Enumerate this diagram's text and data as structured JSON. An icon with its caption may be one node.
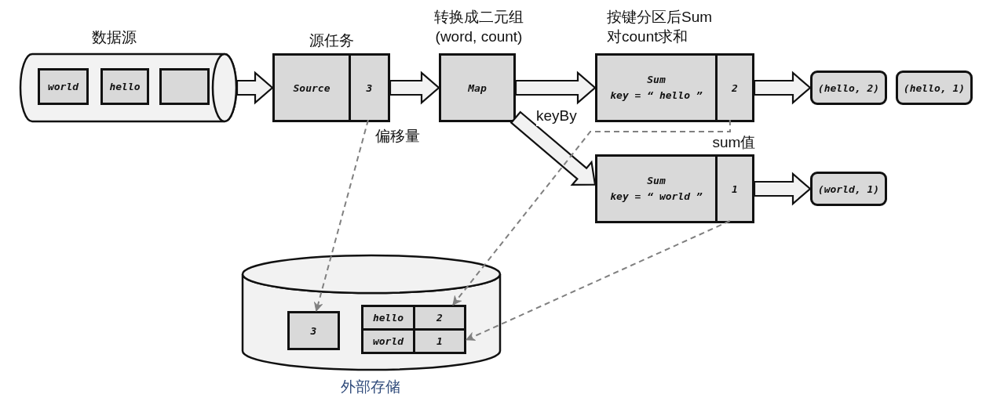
{
  "diagram": {
    "nodes": [
      {
        "text": [
          "数据源"
        ]
      },
      {
        "text": [
          "world"
        ],
        "in": 0
      },
      {
        "text": [
          "hello"
        ],
        "in": 0
      },
      {
        "text": [],
        "shape": "box",
        "in": 0
      },
      {
        "text": [
          "源任务"
        ]
      },
      {
        "text": [
          "Source"
        ],
        "in": 4
      },
      {
        "text": [
          "3"
        ],
        "in": 4,
        "beside": [
          "偏移量"
        ]
      },
      {
        "text": [
          "转换成二元组 (word, count)",
          "Map"
        ]
      },
      {
        "text": [
          "按键分区后Sum 对count求和"
        ]
      },
      {
        "text": [
          "Sum",
          "key = “ hello ”"
        ],
        "in": 8
      },
      {
        "text": [
          "2"
        ],
        "in": 8
      },
      {
        "text": [
          "sum值"
        ]
      },
      {
        "text": [
          "Sum",
          "key = “ world ”"
        ],
        "in": 11
      },
      {
        "text": [
          "1"
        ],
        "in": 11
      },
      {
        "text": [
          "(hello, 2)"
        ]
      },
      {
        "text": [
          "(hello, 1)"
        ]
      },
      {
        "text": [
          "(world, 1)"
        ]
      },
      {
        "text": [
          "外部存储"
        ]
      },
      {
        "text": [
          "3"
        ],
        "in": 17
      },
      {
        "text": [
          "hello"
        ],
        "in": 17
      },
      {
        "text": [
          "2"
        ],
        "in": 17
      },
      {
        "text": [
          "world"
        ],
        "in": 17
      },
      {
        "text": [
          "1"
        ],
        "in": 17
      }
    ],
    "edges": [
      {
        "from": 0,
        "to": 4,
        "arrow": "to"
      },
      {
        "from": 4,
        "to": 7,
        "arrow": "to"
      },
      {
        "from": 7,
        "to": 8,
        "arrow": "to"
      },
      {
        "from": 7,
        "to": 11,
        "arrow": "to",
        "label": "keyBy"
      },
      {
        "from": 8,
        "to": 14,
        "arrow": "to"
      },
      {
        "from": 11,
        "to": 16,
        "arrow": "to"
      },
      {
        "from": 6,
        "to": 18,
        "arrow": "to",
        "style": "dashed",
        "color": "#808080"
      },
      {
        "from": 10,
        "to": 20,
        "arrow": "to",
        "style": "dashed",
        "color": "#808080"
      },
      {
        "from": 13,
        "to": 22,
        "arrow": "to",
        "style": "dashed",
        "color": "#808080"
      }
    ]
  }
}
